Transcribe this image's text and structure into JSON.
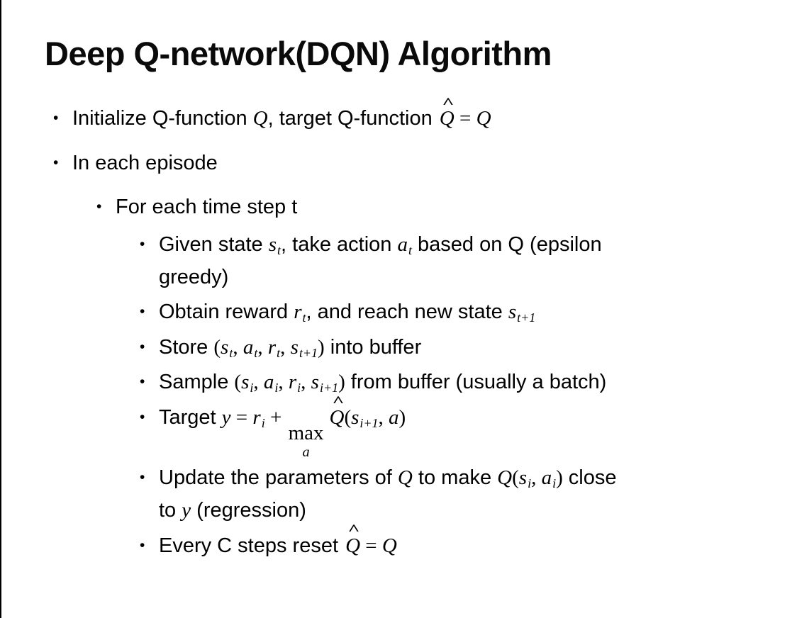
{
  "slide": {
    "title": "Deep Q-network(DQN) Algorithm",
    "bullet_char": "•",
    "hat_char": "^",
    "bullets": [
      {
        "level": 1,
        "segments": [
          {
            "t": "Initialize Q-function "
          },
          {
            "t": "Q",
            "style": "math"
          },
          {
            "t": ", target Q-function "
          },
          {
            "t": "Q",
            "style": "hat"
          },
          {
            "t": " = ",
            "style": "mathu"
          },
          {
            "t": "Q",
            "style": "math"
          }
        ]
      },
      {
        "level": 1,
        "segments": [
          {
            "t": "In each episode"
          }
        ]
      },
      {
        "level": 2,
        "segments": [
          {
            "t": "For each time step t"
          }
        ]
      },
      {
        "level": 3,
        "segments": [
          {
            "t": "Given state "
          },
          {
            "t": "s",
            "sub": "t",
            "style": "math"
          },
          {
            "t": ", take action "
          },
          {
            "t": "a",
            "sub": "t",
            "style": "math"
          },
          {
            "t": " based on Q (epsilon"
          },
          {
            "style": "break"
          },
          {
            "t": "greedy)"
          }
        ]
      },
      {
        "level": 3,
        "segments": [
          {
            "t": "Obtain reward "
          },
          {
            "t": "r",
            "sub": "t",
            "style": "math"
          },
          {
            "t": ", and reach new state "
          },
          {
            "t": "s",
            "sub": "t+1",
            "style": "math"
          }
        ]
      },
      {
        "level": 3,
        "segments": [
          {
            "t": "Store "
          },
          {
            "t": "(",
            "style": "mathu"
          },
          {
            "t": "s",
            "sub": "t",
            "style": "math"
          },
          {
            "t": ", ",
            "style": "mathu"
          },
          {
            "t": "a",
            "sub": "t",
            "style": "math"
          },
          {
            "t": ", ",
            "style": "mathu"
          },
          {
            "t": "r",
            "sub": "t",
            "style": "math"
          },
          {
            "t": ", ",
            "style": "mathu"
          },
          {
            "t": "s",
            "sub": "t+1",
            "style": "math"
          },
          {
            "t": ")",
            "style": "mathu"
          },
          {
            "t": " into buffer"
          }
        ]
      },
      {
        "level": 3,
        "segments": [
          {
            "t": "Sample "
          },
          {
            "t": "(",
            "style": "mathu"
          },
          {
            "t": "s",
            "sub": "i",
            "style": "math"
          },
          {
            "t": ", ",
            "style": "mathu"
          },
          {
            "t": "a",
            "sub": "i",
            "style": "math"
          },
          {
            "t": ", ",
            "style": "mathu"
          },
          {
            "t": "r",
            "sub": "i",
            "style": "math"
          },
          {
            "t": ", ",
            "style": "mathu"
          },
          {
            "t": "s",
            "sub": "i+1",
            "style": "math"
          },
          {
            "t": ")",
            "style": "mathu"
          },
          {
            "t": " from buffer (usually a batch)"
          }
        ]
      },
      {
        "level": 3,
        "segments": [
          {
            "t": "Target "
          },
          {
            "t": "y",
            "style": "math"
          },
          {
            "t": " = ",
            "style": "mathu"
          },
          {
            "t": "r",
            "sub": "i",
            "style": "math"
          },
          {
            "t": " + ",
            "style": "mathu"
          },
          {
            "t": "max",
            "under": "a",
            "style": "stack"
          },
          {
            "t": "Q",
            "style": "hat"
          },
          {
            "t": "(",
            "style": "mathu"
          },
          {
            "t": "s",
            "sub": "i+1",
            "style": "math"
          },
          {
            "t": ", ",
            "style": "mathu"
          },
          {
            "t": "a",
            "style": "math"
          },
          {
            "t": ")",
            "style": "mathu"
          }
        ]
      },
      {
        "level": 3,
        "segments": [
          {
            "t": "Update the parameters of "
          },
          {
            "t": "Q",
            "style": "math"
          },
          {
            "t": " to make "
          },
          {
            "t": "Q",
            "style": "math"
          },
          {
            "t": "(",
            "style": "mathu"
          },
          {
            "t": "s",
            "sub": "i",
            "style": "math"
          },
          {
            "t": ", ",
            "style": "mathu"
          },
          {
            "t": "a",
            "sub": "i",
            "style": "math"
          },
          {
            "t": ")",
            "style": "mathu"
          },
          {
            "t": " close"
          },
          {
            "style": "break"
          },
          {
            "t": "to "
          },
          {
            "t": "y",
            "style": "math"
          },
          {
            "t": " (regression)"
          }
        ]
      },
      {
        "level": 3,
        "segments": [
          {
            "t": "Every C steps reset "
          },
          {
            "t": "Q",
            "style": "hat"
          },
          {
            "t": " = ",
            "style": "mathu"
          },
          {
            "t": "Q",
            "style": "math"
          }
        ]
      }
    ]
  },
  "colors": {
    "background": "#ffffff",
    "text": "#000000",
    "border": "#000000"
  }
}
